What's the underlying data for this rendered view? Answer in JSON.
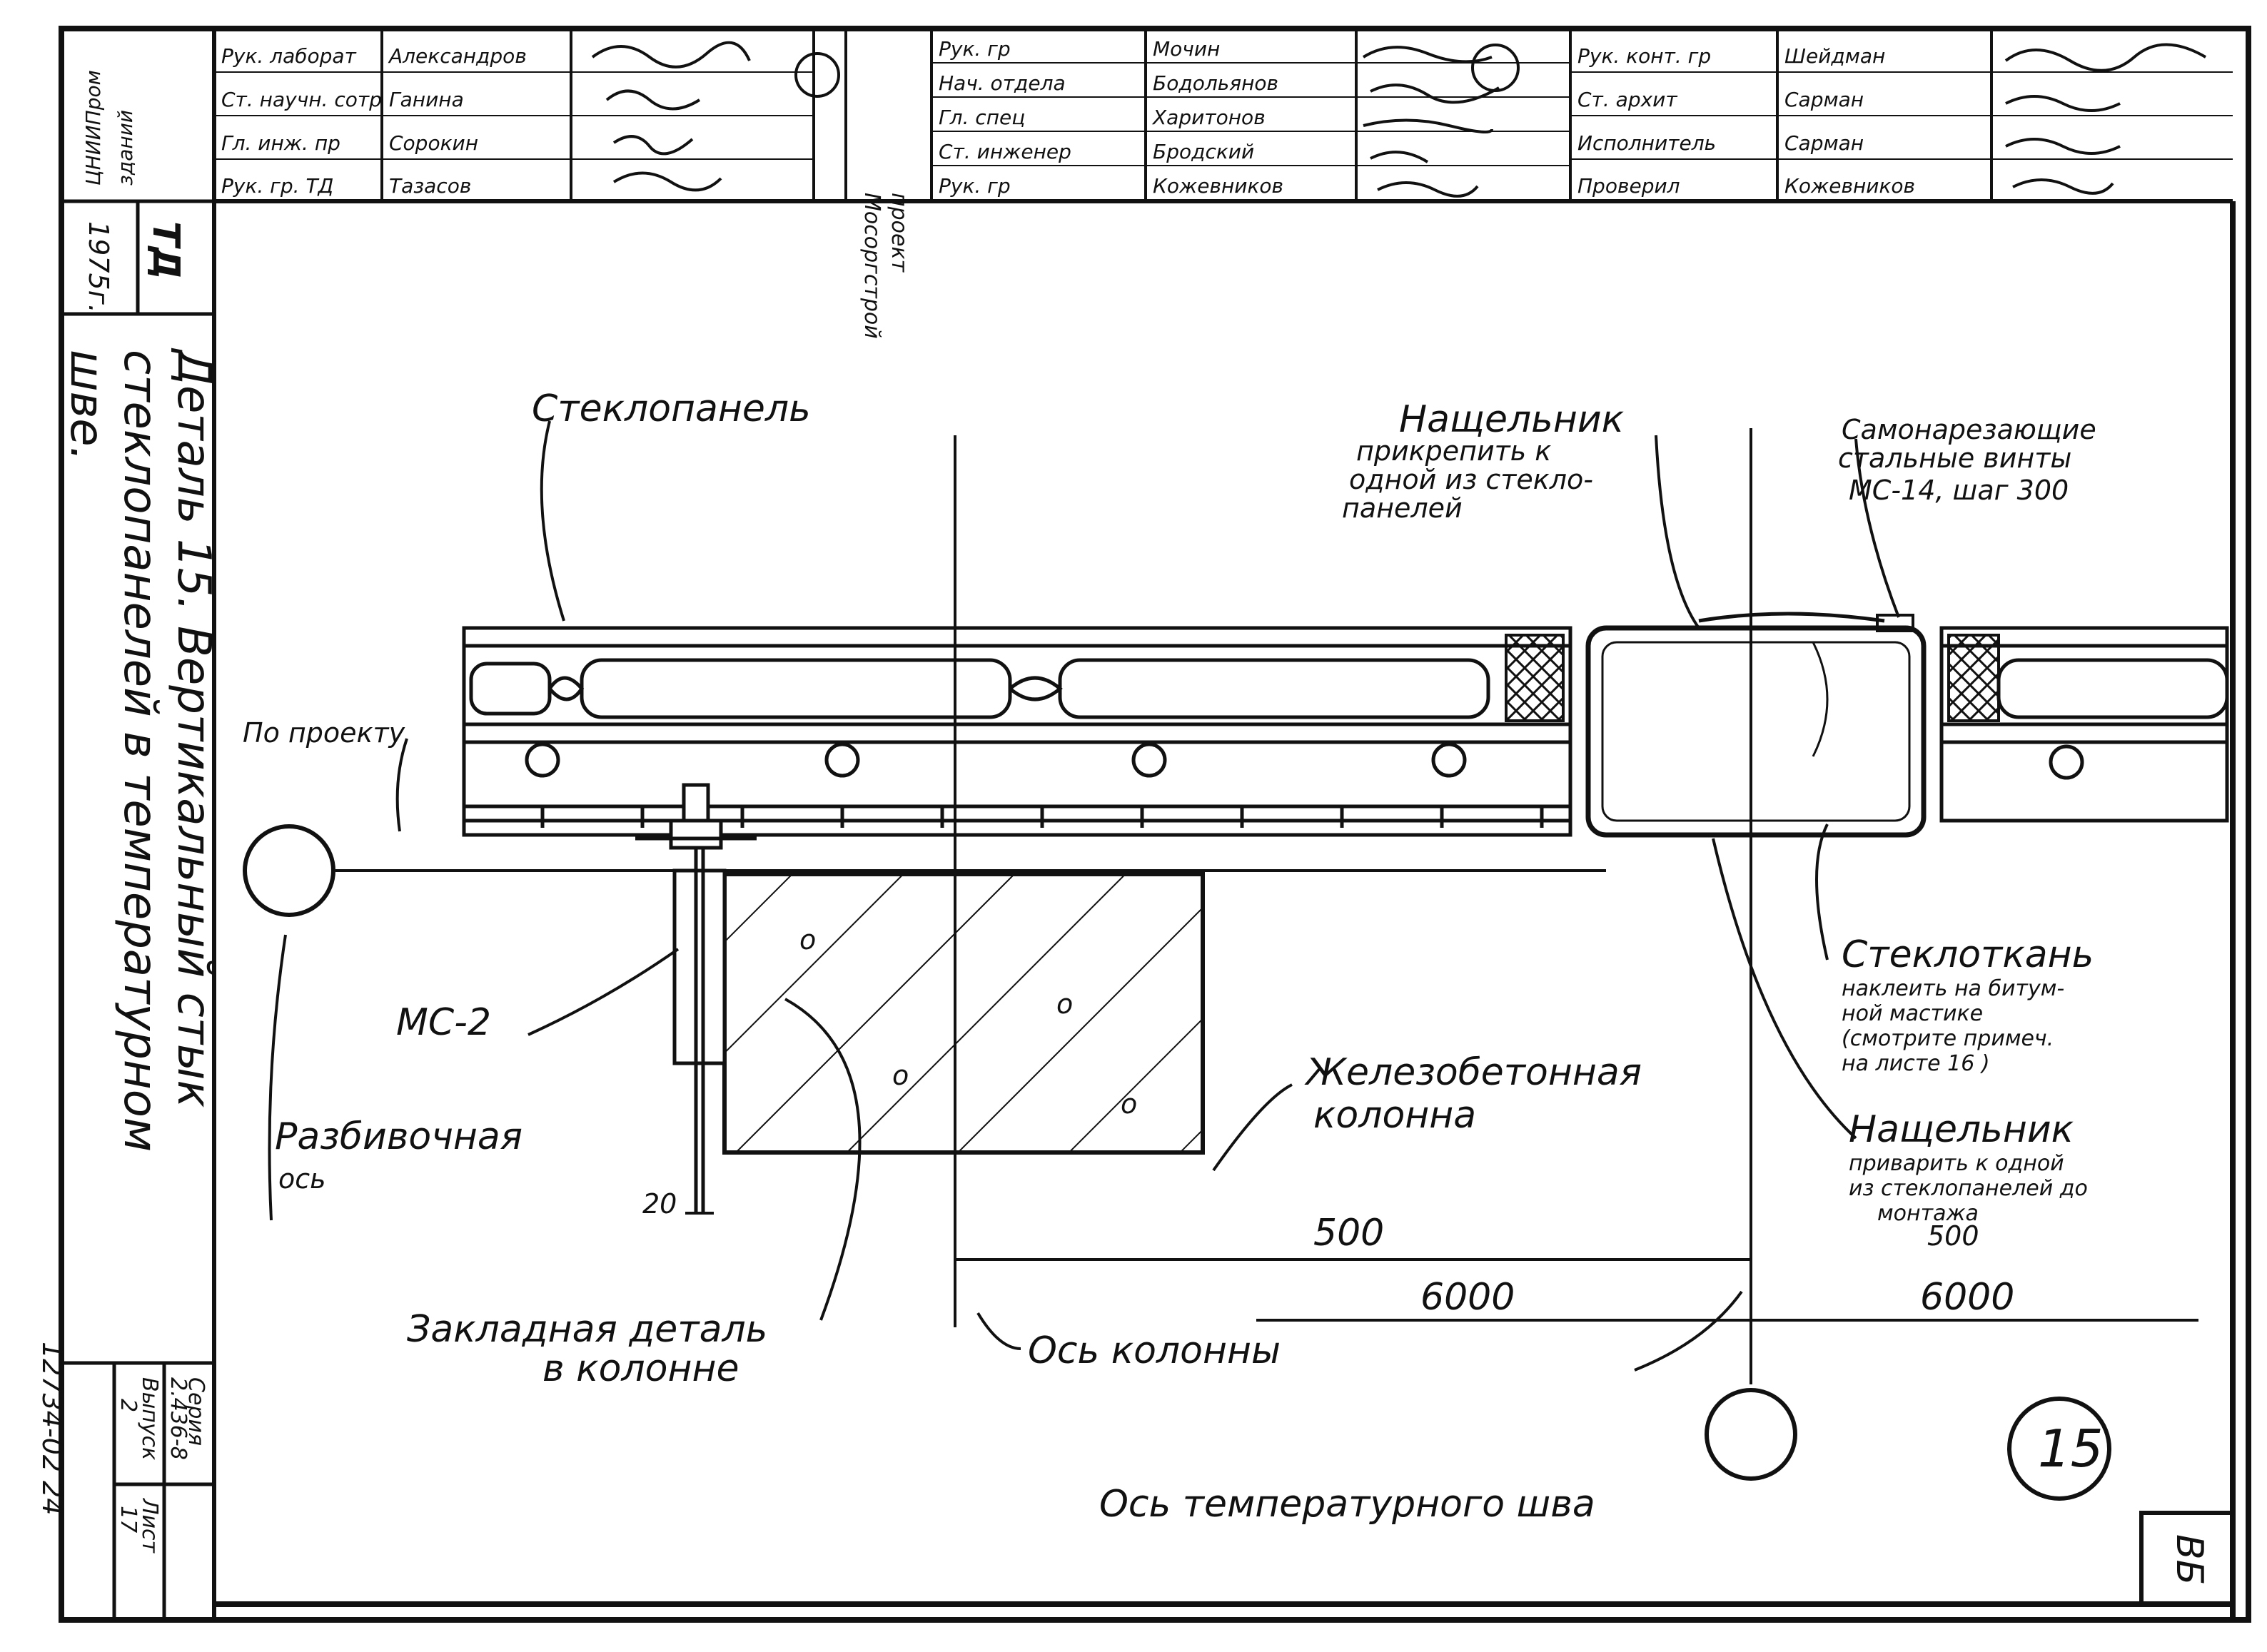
{
  "labels": {
    "glass_panel": "Стеклопанель",
    "batten_top_title": "Нащельник",
    "batten_top_note_1": "прикрепить к",
    "batten_top_note_2": "одной из стекло-",
    "batten_top_note_3": "панелей",
    "screws_1": "Самонарезающие",
    "screws_2": "стальные винты",
    "screws_3": "МС-14, шаг 300",
    "by_project": "По проекту",
    "ms2": "МС-2",
    "fiberglass_title": "Стеклоткань",
    "fiberglass_note_1": "наклеить на битум-",
    "fiberglass_note_2": "ной мастике",
    "fiberglass_note_3": "(смотрите примеч.",
    "fiberglass_note_4": "на листе 16 )",
    "column_1": "Железобетонная",
    "column_2": "колонна",
    "layout_axis_1": "Разбивочная",
    "layout_axis_2": "ось",
    "batten_bottom_title": "Нащельник",
    "batten_bottom_note_1": "приварить к одной",
    "batten_bottom_note_2": "из стеклопанелей до",
    "batten_bottom_note_3": "монтажа",
    "embedded_1": "Закладная деталь",
    "embedded_2": "в колонне",
    "column_axis": "Ось колонны",
    "temp_joint_axis": "Ось температурного шва"
  },
  "dimensions": {
    "d20": "20",
    "d500_a": "500",
    "d500_b": "500",
    "d6000_a": "6000",
    "d6000_b": "6000"
  },
  "detail_number": "15",
  "title_block": {
    "left_roles": [
      "Рук. лаборат",
      "Ст. научн. сотр",
      "Гл. инж. пр",
      "Рук. гр. ТД"
    ],
    "left_names": [
      "Александров",
      "Ганина",
      "Сорокин",
      "Тазасов"
    ],
    "org_left_1": "ЦНИИПром",
    "org_left_2": "зданий",
    "org_mid_1": "Мосоргстрой",
    "org_mid_2": "проект",
    "mid_roles": [
      "Рук. гр",
      "Нач. отдела",
      "Гл. спец",
      "Ст. инженер",
      "Рук. гр"
    ],
    "mid_names": [
      "Мочин",
      "Бодольянов",
      "Харитонов",
      "Бродский",
      "Кожевников"
    ],
    "right_roles": [
      "Рук. конт. гр",
      "Ст. архит",
      "Исполнитель",
      "Проверил"
    ],
    "right_names": [
      "Шейдман",
      "Сарман",
      "Сарман",
      "Кожевников"
    ]
  },
  "side_title": {
    "line_1": "Деталь 15. Вертикальный стык",
    "line_2": "стеклопанелей в температурном",
    "line_3": "шве."
  },
  "side_block": {
    "year": "1975г.",
    "td": "ТД",
    "series_label": "Серия",
    "series": "2.436-8",
    "issue_label": "Выпуск",
    "issue": "2",
    "sheet_label": "Лист",
    "sheet": "17",
    "code": "12734-02 24"
  },
  "corner_stamp": "ВБ"
}
